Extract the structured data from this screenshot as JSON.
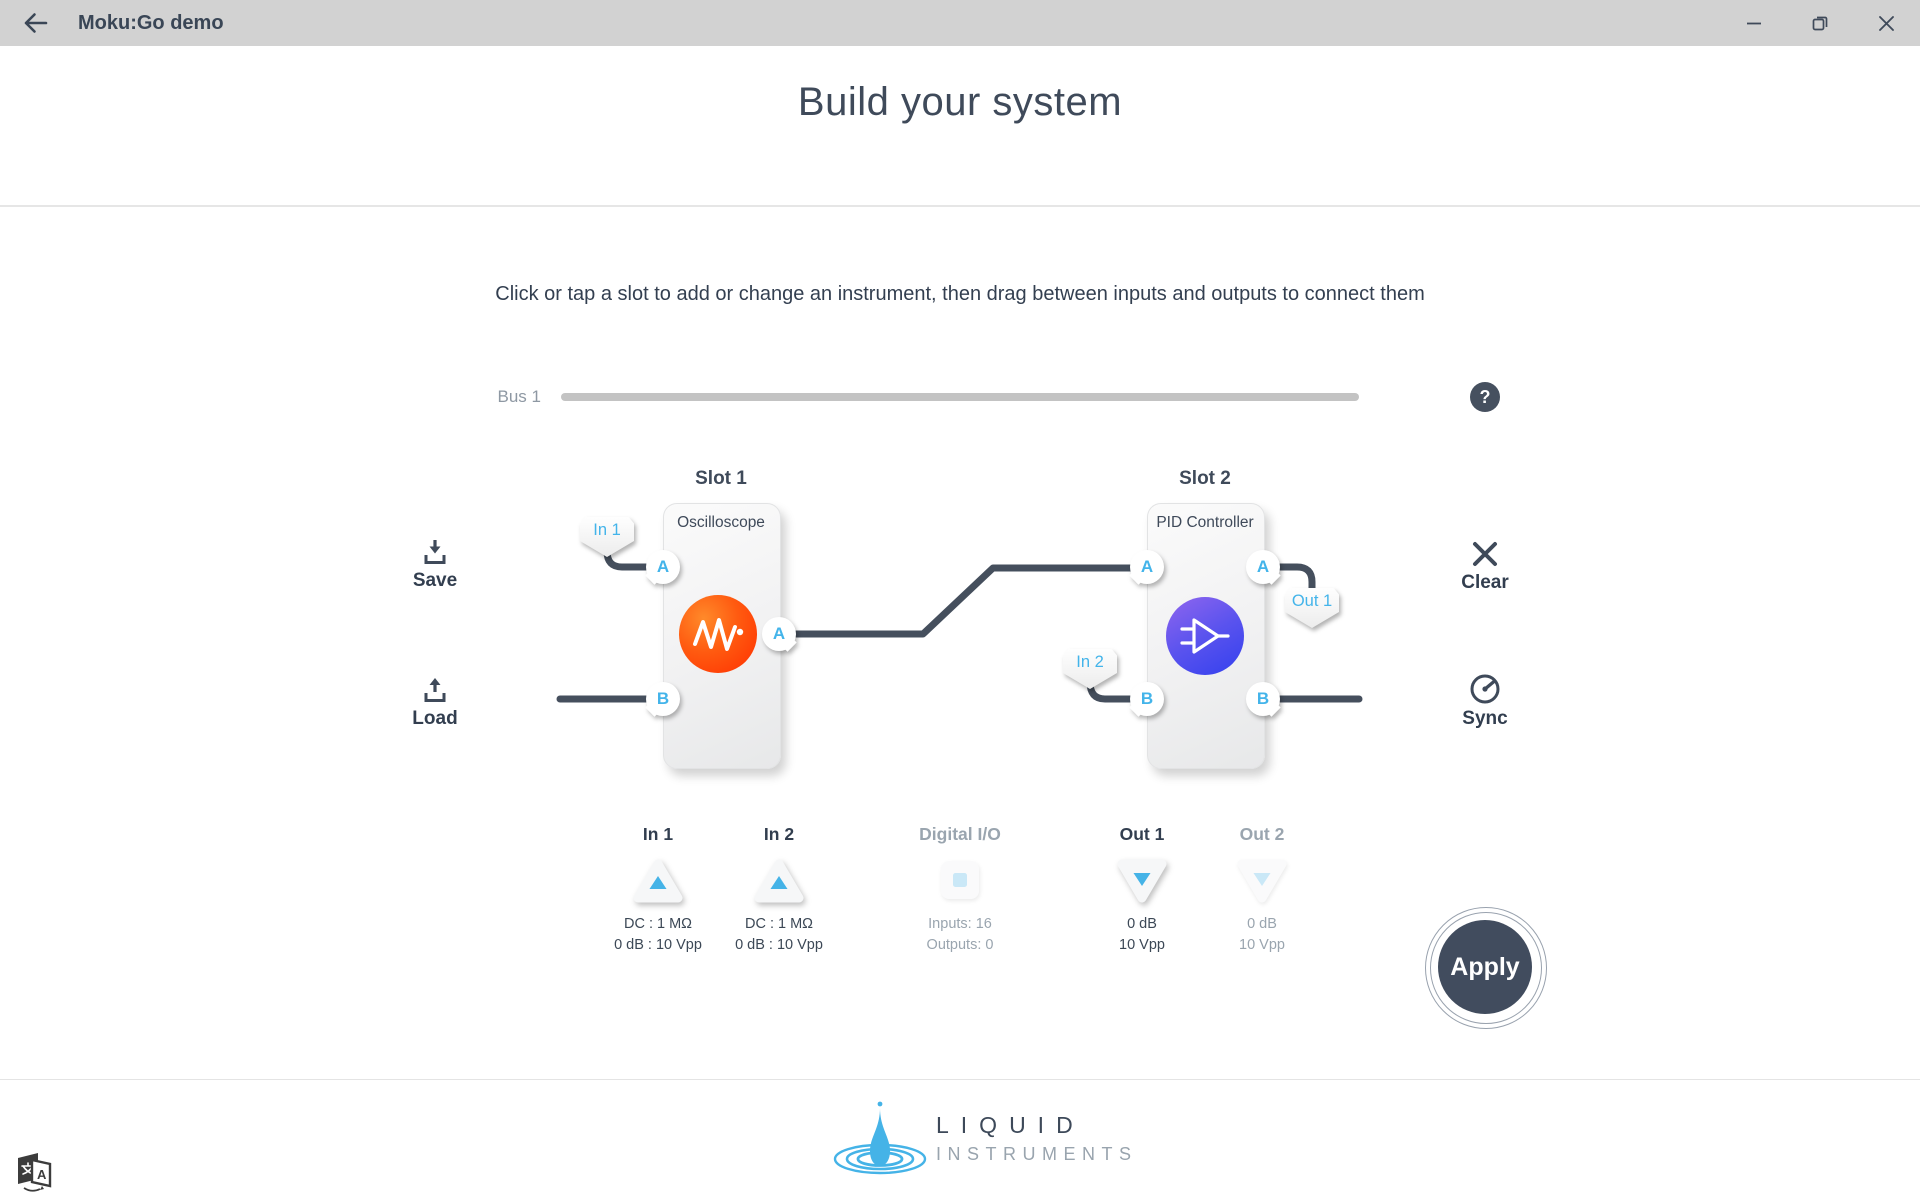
{
  "titlebar": {
    "title": "Moku:Go demo"
  },
  "header": {
    "title": "Build your system"
  },
  "instruction": "Click or tap a slot to add or change an instrument, then drag between inputs and outputs to connect them",
  "bus": {
    "label": "Bus 1",
    "help": "?"
  },
  "ports": {
    "a": "A",
    "b": "B"
  },
  "slots": [
    {
      "name": "Slot 1",
      "instrument": "Oscilloscope"
    },
    {
      "name": "Slot 2",
      "instrument": "PID Controller"
    }
  ],
  "badges": {
    "in1": "In 1",
    "in2": "In 2",
    "out1": "Out 1"
  },
  "actions": {
    "save": "Save",
    "load": "Load",
    "clear": "Clear",
    "sync": "Sync",
    "apply": "Apply"
  },
  "io": [
    {
      "label": "In 1",
      "line1": "DC : 1 MΩ",
      "line2": "0 dB : 10 Vpp",
      "state": "active",
      "icon": "triangle-up"
    },
    {
      "label": "In 2",
      "line1": "DC : 1 MΩ",
      "line2": "0 dB : 10 Vpp",
      "state": "active",
      "icon": "triangle-up"
    },
    {
      "label": "Digital I/O",
      "line1": "Inputs: 16",
      "line2": "Outputs: 0",
      "state": "inactive",
      "icon": "square"
    },
    {
      "label": "Out 1",
      "line1": "0 dB",
      "line2": "10 Vpp",
      "state": "active",
      "icon": "triangle-down"
    },
    {
      "label": "Out 2",
      "line1": "0 dB",
      "line2": "10 Vpp",
      "state": "inactive",
      "icon": "triangle-down"
    }
  ],
  "footer": {
    "brand_line1": "LIQUID",
    "brand_line2": "INSTRUMENTS"
  },
  "colors": {
    "accent_blue": "#43b4ea",
    "dark_slate": "#3f4a5a",
    "titlebar_gray": "#d2d2d2",
    "wire": "#454f5d",
    "osc_orange": "#ff5a10",
    "pid_purple": "#5a53ee",
    "inactive_gray": "#9aa5af"
  }
}
